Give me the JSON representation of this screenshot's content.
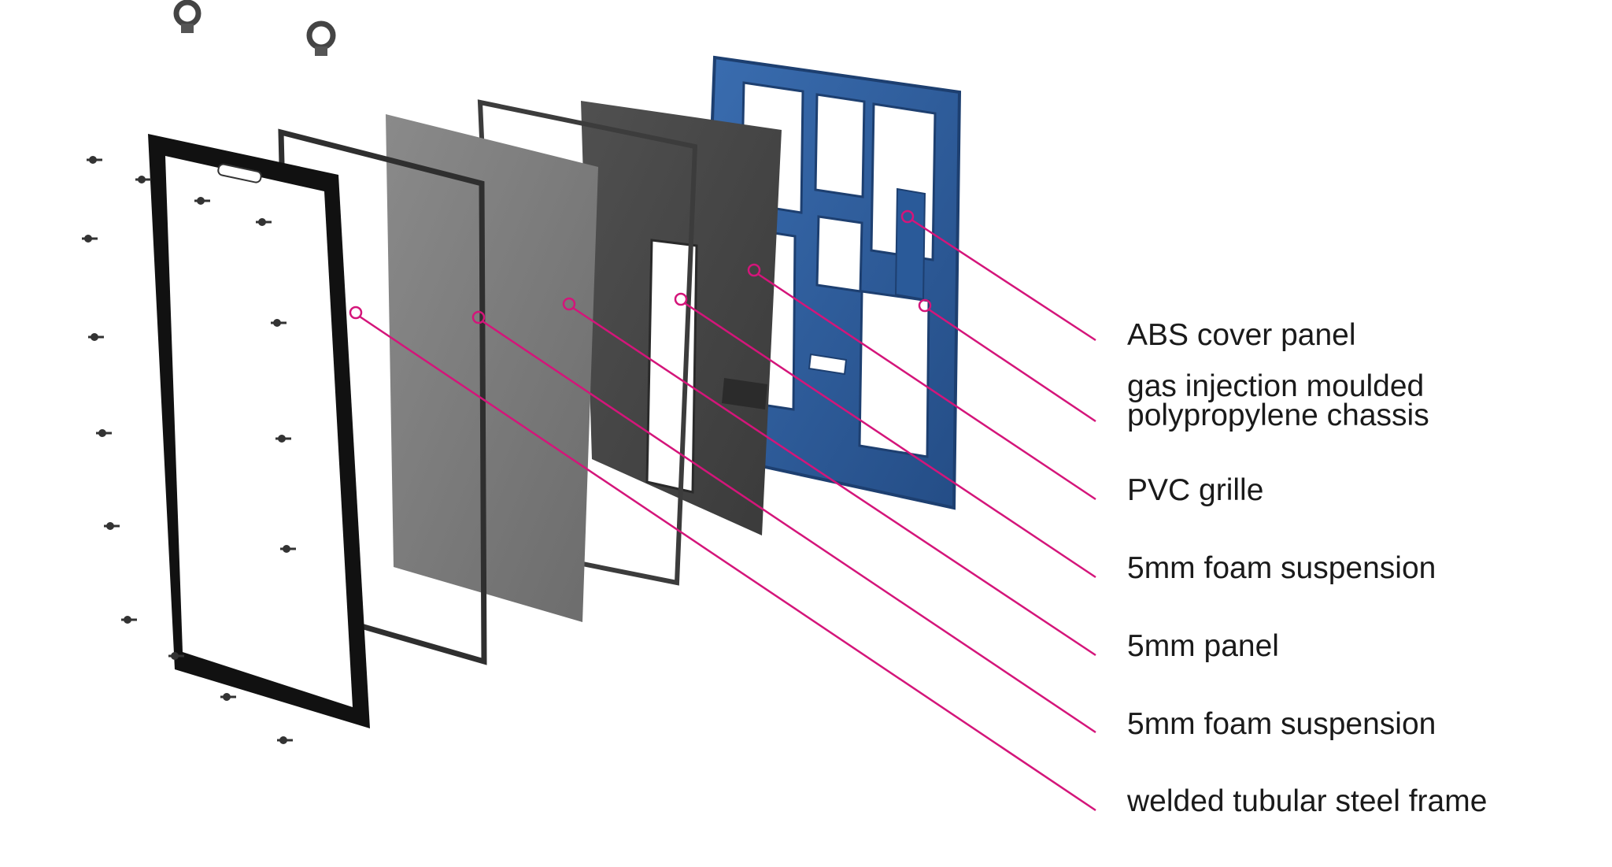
{
  "callouts": [
    {
      "id": "abs-cover-panel",
      "lines": [
        "ABS cover panel"
      ]
    },
    {
      "id": "chassis",
      "lines": [
        "gas injection moulded",
        "polypropylene chassis"
      ]
    },
    {
      "id": "pvc-grille",
      "lines": [
        "PVC grille"
      ]
    },
    {
      "id": "foam-suspension-front",
      "lines": [
        "5mm foam suspension"
      ]
    },
    {
      "id": "panel",
      "lines": [
        "5mm panel"
      ]
    },
    {
      "id": "foam-suspension-back",
      "lines": [
        "5mm foam suspension"
      ]
    },
    {
      "id": "steel-frame",
      "lines": [
        "welded tubular steel frame"
      ]
    }
  ],
  "colors": {
    "background": "#ffffff",
    "leader": "#d4157a",
    "label": "#1a1a1a",
    "chassis_blue": "#2f5fa0",
    "frame_black": "#111111",
    "panel_grey": "#7d7d7d",
    "grille_dark": "#4a4a4a"
  },
  "icons": [
    "eye-bolt-icon",
    "screw-icon"
  ]
}
